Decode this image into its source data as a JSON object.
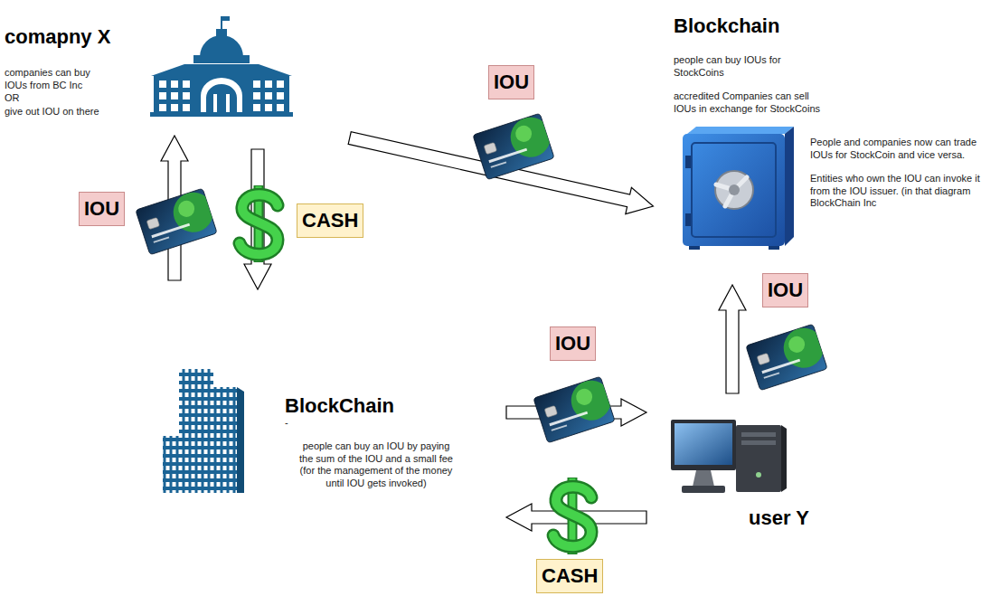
{
  "diagram": {
    "nodes": [
      {
        "text": [
          "comapny X",
          "companies can buy IOUs from BC Inc",
          "OR",
          "give out IOU on there"
        ]
      },
      {
        "text": [
          "Blockchain",
          "people can buy IOUs for StockCoins",
          "accredited Companies can sell IOUs in exchange for StockCoins",
          "People and companies now can trade IOUs for StockCoin and vice versa.",
          "Entities who own the IOU can invoke it from the IOU issuer. (in that diagram BlockChain Inc"
        ]
      },
      {
        "text": [
          "BlockChain",
          "-",
          "people can buy an IOU by paying the sum of the IOU and a small fee (for the management of the money until IOU gets invoked)"
        ]
      },
      {
        "text": [
          "user Y"
        ]
      }
    ],
    "edges": [
      {
        "from": 2,
        "to": 0,
        "arrow": "to",
        "label": "IOU"
      },
      {
        "from": 0,
        "to": 2,
        "arrow": "to",
        "label": "CASH"
      },
      {
        "from": 0,
        "to": 1,
        "arrow": "to",
        "label": "IOU"
      },
      {
        "from": 2,
        "to": 3,
        "arrow": "to",
        "label": "IOU"
      },
      {
        "from": 3,
        "to": 2,
        "arrow": "to",
        "label": "CASH"
      },
      {
        "from": 3,
        "to": 1,
        "arrow": "to",
        "label": "IOU"
      }
    ]
  }
}
